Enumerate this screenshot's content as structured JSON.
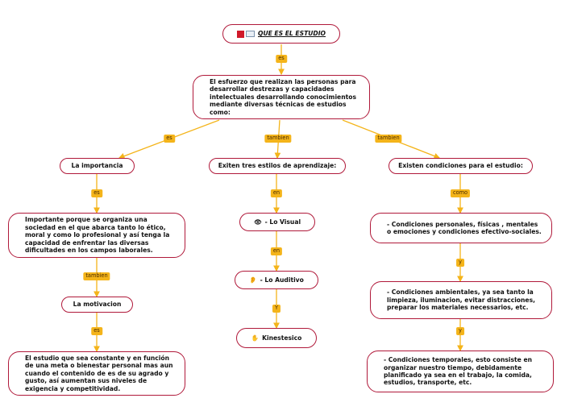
{
  "title": "QUE ES EL ESTUDIO",
  "colors": {
    "connector": "#f4b41a",
    "border": "#b0193a"
  },
  "icons": {
    "title": [
      "red-book-icon",
      "open-book-icon"
    ],
    "visual": "eye-icon",
    "auditivo": "ear-icon",
    "kinestesico": "hand-icon"
  },
  "nodes": {
    "root": "QUE ES EL ESTUDIO",
    "definition": "El esfuerzo que realizan las personas para desarrollar destrezas y capacidades intelectuales desarrollando conocimientos mediante diversas técnicas de estudios como:",
    "importancia": "La importancia",
    "importancia_text": "Importante porque se organiza una sociedad en el que abarca tanto lo ético, moral y como lo profesional y así tenga la capacidad de enfrentar las diversas dificultades en los campos laborales.",
    "motivacion": "La motivacion",
    "motivacion_text": "El estudio que sea constante y en función de una meta o bienestar personal mas aun cuando el contenido de es de su agrado y gusto, así aumentan sus niveles de exigencia y competitividad.",
    "estilos": "Exiten tres estilos de aprendizaje:",
    "visual": "- Lo Visual",
    "auditivo": "- Lo Auditivo",
    "kinestesico": "Kinestesico",
    "condiciones": "Existen condiciones para el estudio:",
    "cond_personales": "- Condiciones personales, físicas , mentales o emociones y condiciones efectivo-sociales.",
    "cond_ambientales": "- Condiciones ambientales, ya sea tanto la limpieza, iluminacion, evitar distracciones, preparar los materiales necessarios, etc.",
    "cond_temporales": "- Condiciones temporales, esto consiste en organizar nuestro tiempo, debidamente planificado ya sea en el trabajo, la comida, estudios, transporte, etc."
  },
  "links": {
    "root_def": "es",
    "def_importancia": "es",
    "def_estilos": "tambien",
    "def_condiciones": "tambien",
    "importancia_text": "es",
    "importancia_motivacion": "tambien",
    "motivacion_text": "es",
    "estilos_visual": "en",
    "visual_auditivo": "en",
    "auditivo_kinestesico": "Y",
    "condiciones_personales": "como",
    "personales_ambientales": "y",
    "ambientales_temporales": "y"
  }
}
